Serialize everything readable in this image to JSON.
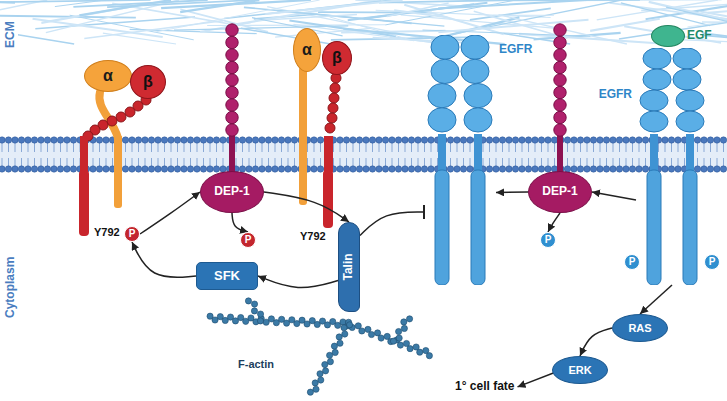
{
  "diagram": {
    "nodes": [
      {
        "text": [
          "α"
        ]
      },
      {
        "text": [
          "β"
        ]
      },
      {
        "text": [
          "P"
        ]
      },
      {
        "text": [
          "DEP-1"
        ]
      },
      {
        "text": [
          "P"
        ]
      },
      {
        "text": [
          "α"
        ]
      },
      {
        "text": [
          "β"
        ]
      },
      {
        "text": [
          "Talin"
        ]
      },
      {
        "text": [
          "SFK"
        ]
      },
      {
        "text": [
          "EGFR"
        ]
      },
      {
        "text": [
          "DEP-1"
        ]
      },
      {
        "text": [
          "P"
        ]
      },
      {
        "text": [
          "EGFR"
        ]
      },
      {
        "text": [
          "EGF"
        ]
      },
      {
        "text": [
          "P"
        ]
      },
      {
        "text": [
          "P"
        ]
      },
      {
        "text": [
          "RAS"
        ]
      },
      {
        "text": [
          "ERK"
        ]
      }
    ],
    "edges": [
      {
        "from": 2,
        "to": 3,
        "arrow": "to"
      },
      {
        "from": 3,
        "to": 4,
        "arrow": "to"
      },
      {
        "from": 3,
        "to": 7,
        "arrow": "to"
      },
      {
        "from": 7,
        "to": 8,
        "arrow": "to"
      },
      {
        "from": 8,
        "to": 2,
        "arrow": "to"
      },
      {
        "from": 7,
        "to": 9,
        "arrow": "to"
      },
      {
        "from": 10,
        "to": 9,
        "arrow": "to"
      },
      {
        "from": 10,
        "to": 11,
        "arrow": "to"
      },
      {
        "from": 12,
        "to": 10,
        "arrow": "to"
      },
      {
        "from": 12,
        "to": 16,
        "arrow": "to"
      },
      {
        "from": 16,
        "to": 17,
        "arrow": "to"
      }
    ],
    "labels": [
      "ECM",
      "Cytoplasm",
      "Y792",
      "Y792",
      "F-actin",
      "1° cell fate"
    ]
  }
}
